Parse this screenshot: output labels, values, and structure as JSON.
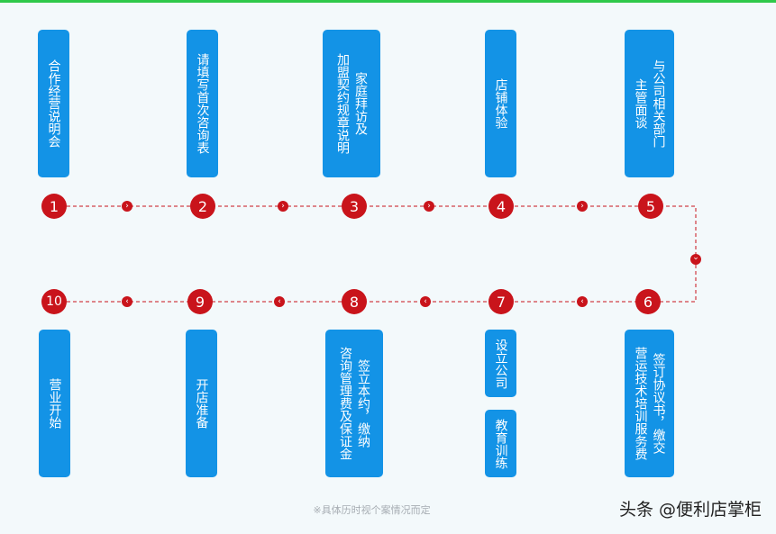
{
  "steps": [
    {
      "num": "1",
      "lines": [
        "合作经营说明会"
      ]
    },
    {
      "num": "2",
      "lines": [
        "请填写首次咨询表"
      ]
    },
    {
      "num": "3",
      "lines": [
        "家庭拜访及",
        "加盟契约规章说明"
      ]
    },
    {
      "num": "4",
      "lines": [
        "店铺体验"
      ]
    },
    {
      "num": "5",
      "lines": [
        "与公司相关部门",
        "主管面谈"
      ]
    },
    {
      "num": "6",
      "lines": [
        "签订协议书，缴交",
        "营运技术培训服务费"
      ]
    },
    {
      "num": "7",
      "boxes": [
        "设立公司",
        "教育训练"
      ]
    },
    {
      "num": "8",
      "lines": [
        "签立本约，缴纳",
        "咨询管理费及保证金"
      ]
    },
    {
      "num": "9",
      "lines": [
        "开店准备"
      ]
    },
    {
      "num": "10",
      "lines": [
        "营业开始"
      ]
    }
  ],
  "arrows": {
    "right": "›",
    "left": "‹",
    "down": "⌄"
  },
  "note": "※具体历时视个案情况而定",
  "watermark": "头条 @便利店掌柜",
  "colors": {
    "card": "#1393e6",
    "node": "#c9141b",
    "line": "#c9141b",
    "background": "#f3f9fb",
    "topline": "#2fc94a"
  }
}
